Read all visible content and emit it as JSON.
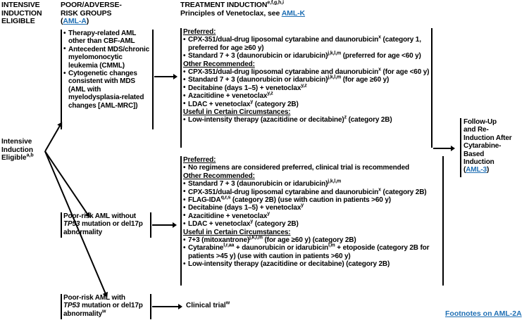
{
  "headers": {
    "col1": "INTENSIVE\nINDUCTION\nELIGIBLE",
    "col1_line1": "INTENSIVE",
    "col1_line2": "INDUCTION",
    "col1_line3": "ELIGIBLE",
    "col2_line1": "POOR/ADVERSE-",
    "col2_line2": "RISK GROUPS",
    "col2_link_open": "(",
    "col2_link": "AML-A",
    "col2_link_close": ")",
    "col3_line1": "TREATMENT INDUCTION",
    "col3_line1_sup": "e,f,g,h,i",
    "col3_line2_pre": "Principles of Venetoclax, see ",
    "col3_line2_link": "AML-K"
  },
  "entry": {
    "label_line1": "Intensive",
    "label_line2": "Induction",
    "label_line3": "Eligible",
    "label_sup": "a,b"
  },
  "risk_groups": [
    {
      "name": "risk-group-1",
      "items": [
        {
          "text": "Therapy-related AML other than CBF-AML"
        },
        {
          "text": "Antecedent MDS/chronic myelomonocytic leukemia (CMML)"
        },
        {
          "text": "Cytogenetic changes consistent with MDS (AML with myelodysplasia-related changes [AML-MRC])"
        }
      ]
    },
    {
      "name": "risk-group-2",
      "line1": "Poor-risk AML without",
      "line2_italic": "TP53",
      "line2_rest": " mutation or del17p",
      "line3": "abnormality",
      "line3_sup": ""
    },
    {
      "name": "risk-group-3",
      "line1": "Poor-risk AML with",
      "line2_italic": "TP53",
      "line2_rest": " mutation or del17p",
      "line3": "abnormality",
      "line3_sup": "w"
    }
  ],
  "treatment_block_1": {
    "preferred_heading": "Preferred:",
    "preferred_items": [
      "CPX-351/dual-drug liposomal cytarabine and daunorubicin^x (category 1, preferred for age ≥60 y)",
      "Standard 7 + 3 (daunorubicin or idarubicin)^j,k,l,m (preferred for age <60 y)"
    ],
    "other_heading": "Other Recommended:",
    "other_items": [
      "CPX-351/dual-drug liposomal cytarabine and daunorubicin^x (for age <60 y)",
      "Standard 7 + 3 (daunorubicin or idarubicin)^j,k,l,m (for age ≥60 y)",
      "Decitabine (days 1–5) + venetoclax^y,z",
      "Azacitidine + venetoclax^y,z",
      "LDAC + venetoclax^y (category 2B)"
    ],
    "useful_heading": "Useful in Certain Circumstances:",
    "useful_items": [
      "Low-intensity therapy (azacitidine or decitabine)^z (category 2B)"
    ]
  },
  "treatment_block_2": {
    "preferred_heading": "Preferred:",
    "preferred_items": [
      "No regimens are considered preferred, clinical trial is recommended"
    ],
    "other_heading": "Other Recommended:",
    "other_items": [
      "Standard 7 + 3 (daunorubicin or idarubicin)^j,k,l,m",
      "CPX-351/dual-drug liposomal cytarabine and daunorubicin^x (category 2B)",
      "FLAG-IDA^q,r,s (category 2B) (use with caution in patients >60 y)",
      "Decitabine (days 1–5) + venetoclax^y",
      "Azacitidine + venetoclax^y",
      "LDAC + venetoclax^y (category 2B)"
    ],
    "useful_heading": "Useful in Certain Circumstances:",
    "useful_items": [
      "7+3 (mitoxantrone)^j,k,l,m (for age ≥60 y) (category 2B)",
      "Cytarabine^l,r,aa + daunorubicin or idarubicin^l,m + etoposide (category 2B for patients >45 y) (use with caution in patients >60 y)",
      "Low-intensity therapy (azacitidine or decitabine) (category 2B)"
    ]
  },
  "treatment_block_3": {
    "text": "Clinical trial",
    "sup": "w"
  },
  "outcome": {
    "line1": "Follow-Up",
    "line2": "and Re-",
    "line3": "Induction After",
    "line4": "Cytarabine-",
    "line5": "Based",
    "line6": "Induction",
    "link_open": "(",
    "link": "AML-3",
    "link_close": ")"
  },
  "footnotes": {
    "label": "Footnotes on AML-2A"
  },
  "colors": {
    "link": "#1f6fb4",
    "text": "#000000",
    "background": "#ffffff"
  }
}
